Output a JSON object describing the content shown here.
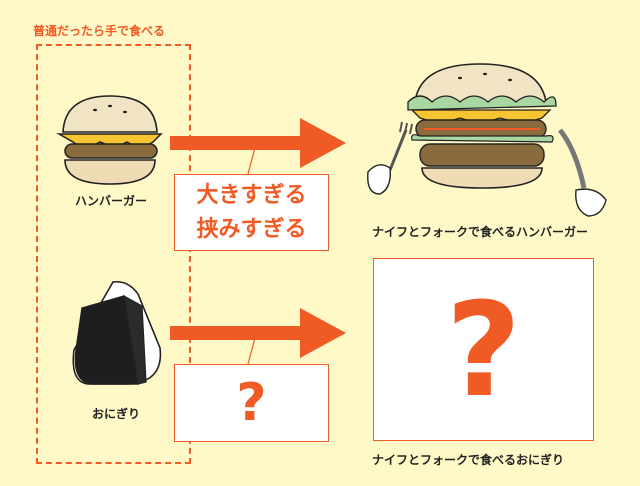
{
  "header": {
    "title": "普通だったら手で食べる"
  },
  "rows": [
    {
      "item_label": "ハンバーガー",
      "middle_lines": [
        "大きすぎる",
        "挟みすぎる"
      ],
      "result_caption": "ナイフとフォークで食べるハンバーガー",
      "result_icon": "knife-fork-burger-icon"
    },
    {
      "item_label": "おにぎり",
      "middle_mark": "?",
      "result_mark": "?",
      "result_caption": "ナイフとフォークで食べるおにぎり"
    }
  ],
  "colors": {
    "accent": "#f05a24",
    "background": "#fef9c7"
  }
}
